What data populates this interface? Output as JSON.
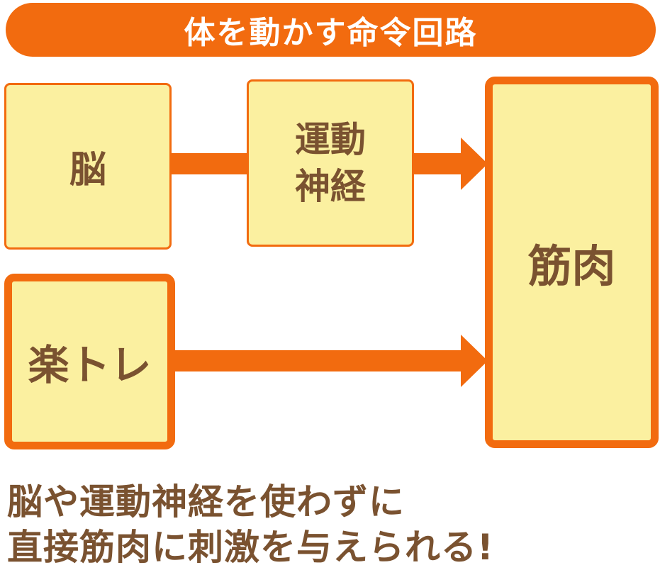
{
  "header": {
    "title": "体を動かす命令回路"
  },
  "nodes": {
    "brain": "脳",
    "motor_nerve_line1": "運動",
    "motor_nerve_line2": "神経",
    "muscle": "筋肉",
    "rakutore": "楽トレ"
  },
  "caption": {
    "line1": "脳や運動神経を使わずに",
    "line2": "直接筋肉に刺激を与えられる!"
  },
  "colors": {
    "accent": "#f26b0f",
    "box_fill": "#fbf0a0",
    "text_brown": "#7a5230"
  }
}
